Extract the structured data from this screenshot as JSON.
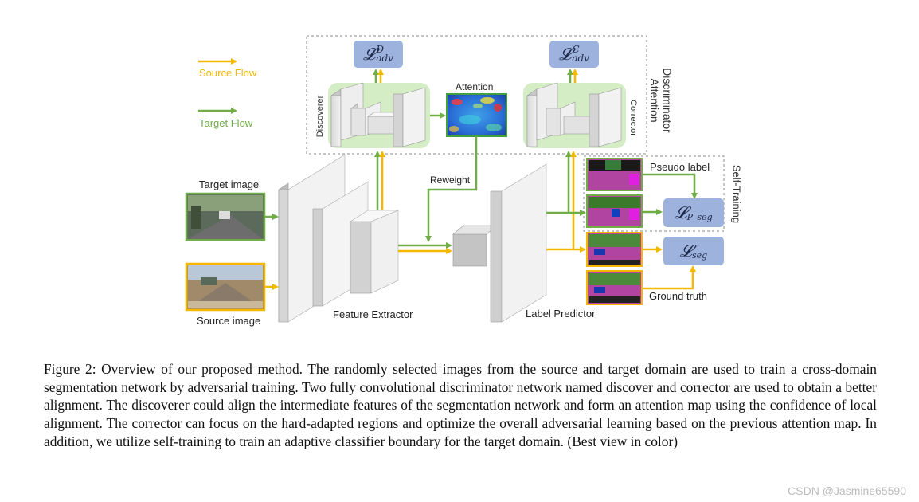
{
  "legend": {
    "source_flow": "Source Flow",
    "target_flow": "Target Flow",
    "source_color": "#f5b800",
    "target_color": "#70ad47"
  },
  "inputs": {
    "target_image": "Target image",
    "source_image": "Source image"
  },
  "modules": {
    "feature_extractor": "Feature Extractor",
    "label_predictor": "Label Predictor",
    "discoverer": "Discoverer",
    "corrector": "Corrector",
    "attention": "Attention",
    "reweight": "Reweight",
    "discriminator_attention_line1": "Discriminator",
    "discriminator_attention_line2": "Attention",
    "self_training": "Self-Training",
    "pseudo_label": "Pseudo label",
    "ground_truth": "Ground truth"
  },
  "losses": {
    "adv_d": {
      "symbol": "𝓛",
      "sup": "D",
      "sub": "adv"
    },
    "adv_c": {
      "symbol": "𝓛",
      "sup": "C",
      "sub": "adv"
    },
    "p_seg": {
      "symbol": "𝓛",
      "sub": "P_seg"
    },
    "seg": {
      "symbol": "𝓛",
      "sub": "seg"
    }
  },
  "caption": "Figure 2: Overview of our proposed method. The randomly selected images from the source and target domain are used to train a cross-domain segmentation network by adversarial training. Two fully convolutional discriminator network named discover and corrector are used to obtain a better alignment. The discoverer could align the intermediate features of the segmentation network and form an attention map using the confidence of local alignment. The corrector can focus on the hard-adapted regions and optimize the overall adversarial learning based on the previous attention map. In addition, we utilize self-training to train an adaptive classifier boundary for the target domain. (Best view in color)",
  "watermark": "CSDN @Jasmine65590"
}
